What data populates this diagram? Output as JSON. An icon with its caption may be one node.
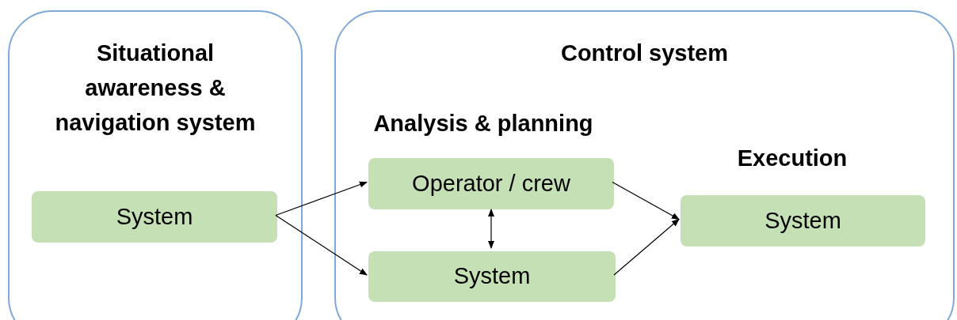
{
  "diagram": {
    "nodes": [
      {
        "text": [
          "Situational awareness & navigation system"
        ]
      },
      {
        "text": [
          "System"
        ],
        "in": 0
      },
      {
        "text": [
          "Control system"
        ]
      },
      {
        "text": [
          "Operator / crew"
        ],
        "in": 2
      },
      {
        "text": [
          "System"
        ],
        "in": 2
      },
      {
        "text": [
          "System"
        ],
        "in": 2
      }
    ],
    "edges": [
      {
        "from": 1,
        "to": 3,
        "arrow": "to"
      },
      {
        "from": 1,
        "to": 4,
        "arrow": "to"
      },
      {
        "from": 3,
        "to": 4,
        "arrow": "both"
      },
      {
        "from": 3,
        "to": 5,
        "arrow": "to"
      },
      {
        "from": 4,
        "to": 5,
        "arrow": "to"
      }
    ],
    "labels": [
      "Analysis & planning",
      "Execution"
    ]
  }
}
